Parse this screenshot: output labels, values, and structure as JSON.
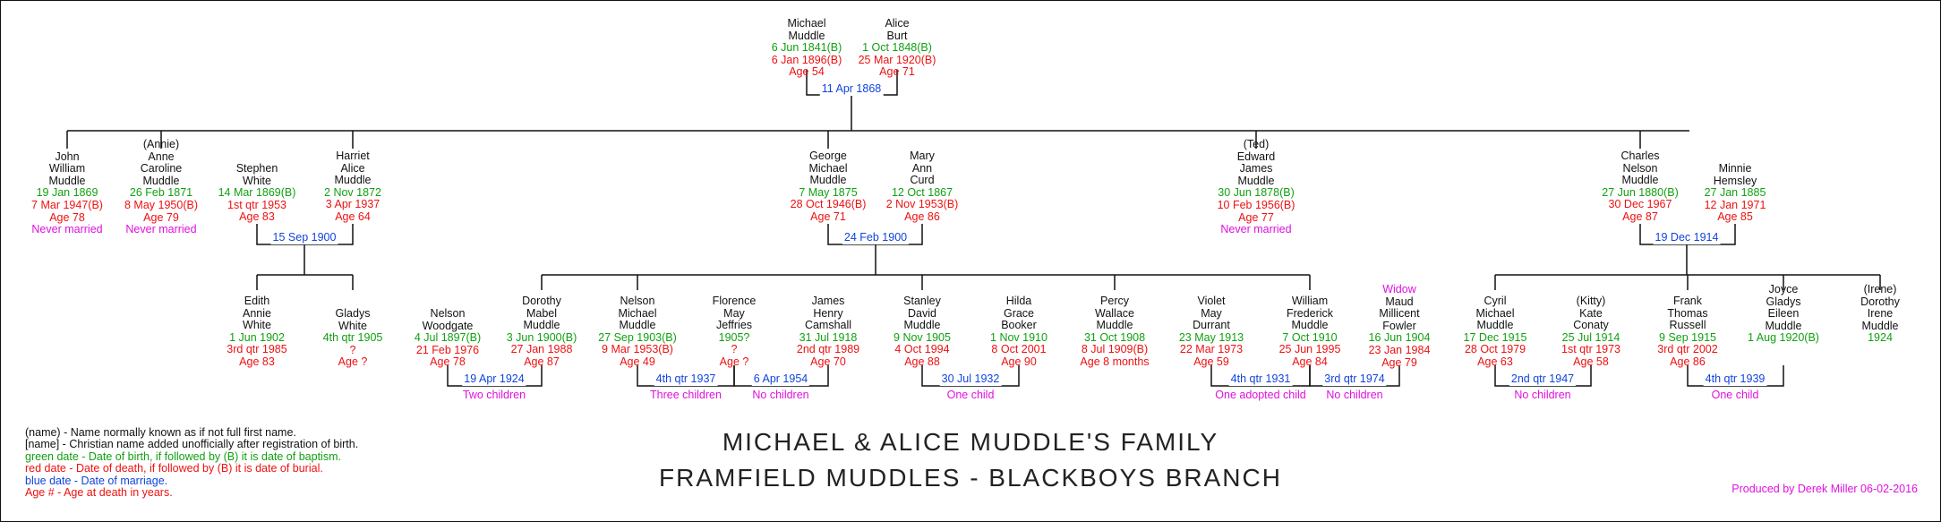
{
  "people": [
    {
      "id": "michael",
      "lines": [
        {
          "t": "Michael",
          "c": "n"
        },
        {
          "t": "Muddle",
          "c": "n"
        },
        {
          "t": "6  Jun  1841(B)",
          "c": "g"
        },
        {
          "t": "6  Jan  1896(B)",
          "c": "r"
        },
        {
          "t": "Age  54",
          "c": "r"
        }
      ]
    },
    {
      "id": "alice",
      "lines": [
        {
          "t": "Alice",
          "c": "n"
        },
        {
          "t": "Burt",
          "c": "n"
        },
        {
          "t": "1  Oct  1848(B)",
          "c": "g"
        },
        {
          "t": "25  Mar  1920(B)",
          "c": "r"
        },
        {
          "t": "Age  71",
          "c": "r"
        }
      ]
    },
    {
      "id": "john",
      "lines": [
        {
          "t": "",
          "c": "n"
        },
        {
          "t": "John",
          "c": "n"
        },
        {
          "t": "William",
          "c": "n"
        },
        {
          "t": "Muddle",
          "c": "n"
        },
        {
          "t": "19  Jan  1869",
          "c": "g"
        },
        {
          "t": "7  Mar  1947(B)",
          "c": "r"
        },
        {
          "t": "Age  78",
          "c": "r"
        },
        {
          "t": "Never  married",
          "c": "m"
        }
      ]
    },
    {
      "id": "anne",
      "lines": [
        {
          "t": "(Annie)",
          "c": "n"
        },
        {
          "t": "Anne",
          "c": "n"
        },
        {
          "t": "Caroline",
          "c": "n"
        },
        {
          "t": "Muddle",
          "c": "n"
        },
        {
          "t": "26  Feb  1871",
          "c": "g"
        },
        {
          "t": "8  May  1950(B)",
          "c": "r"
        },
        {
          "t": "Age  79",
          "c": "r"
        },
        {
          "t": "Never  married",
          "c": "m"
        }
      ]
    },
    {
      "id": "stephen",
      "lines": [
        {
          "t": "Stephen",
          "c": "n"
        },
        {
          "t": "White",
          "c": "n"
        },
        {
          "t": "14  Mar  1869(B)",
          "c": "g"
        },
        {
          "t": "1st  qtr  1953",
          "c": "r"
        },
        {
          "t": "Age  83",
          "c": "r"
        }
      ]
    },
    {
      "id": "harriet",
      "lines": [
        {
          "t": "Harriet",
          "c": "n"
        },
        {
          "t": "Alice",
          "c": "n"
        },
        {
          "t": "Muddle",
          "c": "n"
        },
        {
          "t": "2  Nov  1872",
          "c": "g"
        },
        {
          "t": "3  Apr  1937",
          "c": "r"
        },
        {
          "t": "Age  64",
          "c": "r"
        }
      ]
    },
    {
      "id": "george",
      "lines": [
        {
          "t": "George",
          "c": "n"
        },
        {
          "t": "Michael",
          "c": "n"
        },
        {
          "t": "Muddle",
          "c": "n"
        },
        {
          "t": "7  May  1875",
          "c": "g"
        },
        {
          "t": "28  Oct  1946(B)",
          "c": "r"
        },
        {
          "t": "Age  71",
          "c": "r"
        }
      ]
    },
    {
      "id": "mary",
      "lines": [
        {
          "t": "Mary",
          "c": "n"
        },
        {
          "t": "Ann",
          "c": "n"
        },
        {
          "t": "Curd",
          "c": "n"
        },
        {
          "t": "12  Oct  1867",
          "c": "g"
        },
        {
          "t": "2  Nov  1953(B)",
          "c": "r"
        },
        {
          "t": "Age  86",
          "c": "r"
        }
      ]
    },
    {
      "id": "edward",
      "lines": [
        {
          "t": "(Ted)",
          "c": "n"
        },
        {
          "t": "Edward",
          "c": "n"
        },
        {
          "t": "James",
          "c": "n"
        },
        {
          "t": "Muddle",
          "c": "n"
        },
        {
          "t": "30  Jun  1878(B)",
          "c": "g"
        },
        {
          "t": "10  Feb  1956(B)",
          "c": "r"
        },
        {
          "t": "Age  77",
          "c": "r"
        },
        {
          "t": "Never  married",
          "c": "m"
        }
      ]
    },
    {
      "id": "charles",
      "lines": [
        {
          "t": "Charles",
          "c": "n"
        },
        {
          "t": "Nelson",
          "c": "n"
        },
        {
          "t": "Muddle",
          "c": "n"
        },
        {
          "t": "27  Jun  1880(B)",
          "c": "g"
        },
        {
          "t": "30  Dec  1967",
          "c": "r"
        },
        {
          "t": "Age  87",
          "c": "r"
        }
      ]
    },
    {
      "id": "minnie",
      "lines": [
        {
          "t": "Minnie",
          "c": "n"
        },
        {
          "t": "Hemsley",
          "c": "n"
        },
        {
          "t": "27  Jan  1885",
          "c": "g"
        },
        {
          "t": "12  Jan  1971",
          "c": "r"
        },
        {
          "t": "Age  85",
          "c": "r"
        }
      ]
    },
    {
      "id": "edith",
      "lines": [
        {
          "t": "Edith",
          "c": "n"
        },
        {
          "t": "Annie",
          "c": "n"
        },
        {
          "t": "White",
          "c": "n"
        },
        {
          "t": "1  Jun  1902",
          "c": "g"
        },
        {
          "t": "3rd  qtr  1985",
          "c": "r"
        },
        {
          "t": "Age  83",
          "c": "r"
        }
      ]
    },
    {
      "id": "gladys",
      "lines": [
        {
          "t": "Gladys",
          "c": "n"
        },
        {
          "t": "White",
          "c": "n"
        },
        {
          "t": "4th  qtr  1905",
          "c": "g"
        },
        {
          "t": "?",
          "c": "r"
        },
        {
          "t": "Age  ?",
          "c": "r"
        }
      ]
    },
    {
      "id": "nelsonw",
      "lines": [
        {
          "t": "Nelson",
          "c": "n"
        },
        {
          "t": "Woodgate",
          "c": "n"
        },
        {
          "t": "4  Jul  1897(B)",
          "c": "g"
        },
        {
          "t": "21  Feb  1976",
          "c": "r"
        },
        {
          "t": "Age  78",
          "c": "r"
        }
      ]
    },
    {
      "id": "dorothy",
      "lines": [
        {
          "t": "Dorothy",
          "c": "n"
        },
        {
          "t": "Mabel",
          "c": "n"
        },
        {
          "t": "Muddle",
          "c": "n"
        },
        {
          "t": "3  Jun  1900(B)",
          "c": "g"
        },
        {
          "t": "27  Jan  1988",
          "c": "r"
        },
        {
          "t": "Age  87",
          "c": "r"
        }
      ]
    },
    {
      "id": "nelsonm",
      "lines": [
        {
          "t": "Nelson",
          "c": "n"
        },
        {
          "t": "Michael",
          "c": "n"
        },
        {
          "t": "Muddle",
          "c": "n"
        },
        {
          "t": "27  Sep  1903(B)",
          "c": "g"
        },
        {
          "t": "9  Mar  1953(B)",
          "c": "r"
        },
        {
          "t": "Age  49",
          "c": "r"
        }
      ]
    },
    {
      "id": "florence",
      "lines": [
        {
          "t": "Florence",
          "c": "n"
        },
        {
          "t": "May",
          "c": "n"
        },
        {
          "t": "Jeffries",
          "c": "n"
        },
        {
          "t": "1905?",
          "c": "g"
        },
        {
          "t": "?",
          "c": "r"
        },
        {
          "t": "Age  ?",
          "c": "r"
        }
      ]
    },
    {
      "id": "james",
      "lines": [
        {
          "t": "James",
          "c": "n"
        },
        {
          "t": "Henry",
          "c": "n"
        },
        {
          "t": "Camshall",
          "c": "n"
        },
        {
          "t": "31  Jul  1918",
          "c": "g"
        },
        {
          "t": "2nd  qtr  1989",
          "c": "r"
        },
        {
          "t": "Age  70",
          "c": "r"
        }
      ]
    },
    {
      "id": "stanley",
      "lines": [
        {
          "t": "Stanley",
          "c": "n"
        },
        {
          "t": "David",
          "c": "n"
        },
        {
          "t": "Muddle",
          "c": "n"
        },
        {
          "t": "9  Nov  1905",
          "c": "g"
        },
        {
          "t": "4  Oct  1994",
          "c": "r"
        },
        {
          "t": "Age  88",
          "c": "r"
        }
      ]
    },
    {
      "id": "hilda",
      "lines": [
        {
          "t": "Hilda",
          "c": "n"
        },
        {
          "t": "Grace",
          "c": "n"
        },
        {
          "t": "Booker",
          "c": "n"
        },
        {
          "t": "1  Nov  1910",
          "c": "g"
        },
        {
          "t": "8  Oct  2001",
          "c": "r"
        },
        {
          "t": "Age  90",
          "c": "r"
        }
      ]
    },
    {
      "id": "percy",
      "lines": [
        {
          "t": "Percy",
          "c": "n"
        },
        {
          "t": "Wallace",
          "c": "n"
        },
        {
          "t": "Muddle",
          "c": "n"
        },
        {
          "t": "31  Oct  1908",
          "c": "g"
        },
        {
          "t": "8  Jul  1909(B)",
          "c": "r"
        },
        {
          "t": "Age  8  months",
          "c": "r"
        }
      ]
    },
    {
      "id": "violet",
      "lines": [
        {
          "t": "Violet",
          "c": "n"
        },
        {
          "t": "May",
          "c": "n"
        },
        {
          "t": "Durrant",
          "c": "n"
        },
        {
          "t": "23  May  1913",
          "c": "g"
        },
        {
          "t": "22  Mar  1973",
          "c": "r"
        },
        {
          "t": "Age  59",
          "c": "r"
        }
      ]
    },
    {
      "id": "william",
      "lines": [
        {
          "t": "William",
          "c": "n"
        },
        {
          "t": "Frederick",
          "c": "n"
        },
        {
          "t": "Muddle",
          "c": "n"
        },
        {
          "t": "7  Oct  1910",
          "c": "g"
        },
        {
          "t": "25  Jun  1995",
          "c": "r"
        },
        {
          "t": "Age  84",
          "c": "r"
        }
      ]
    },
    {
      "id": "maud",
      "lines": [
        {
          "t": "Widow",
          "c": "m"
        },
        {
          "t": "Maud",
          "c": "n"
        },
        {
          "t": "Millicent",
          "c": "n"
        },
        {
          "t": "Fowler",
          "c": "n"
        },
        {
          "t": "16  Jun  1904",
          "c": "g"
        },
        {
          "t": "23  Jan  1984",
          "c": "r"
        },
        {
          "t": "Age  79",
          "c": "r"
        }
      ]
    },
    {
      "id": "cyril",
      "lines": [
        {
          "t": "Cyril",
          "c": "n"
        },
        {
          "t": "Michael",
          "c": "n"
        },
        {
          "t": "Muddle",
          "c": "n"
        },
        {
          "t": "17  Dec  1915",
          "c": "g"
        },
        {
          "t": "28  Oct  1979",
          "c": "r"
        },
        {
          "t": "Age  63",
          "c": "r"
        }
      ]
    },
    {
      "id": "kate",
      "lines": [
        {
          "t": "(Kitty)",
          "c": "n"
        },
        {
          "t": "Kate",
          "c": "n"
        },
        {
          "t": "Conaty",
          "c": "n"
        },
        {
          "t": "25  Jul  1914",
          "c": "g"
        },
        {
          "t": "1st  qtr  1973",
          "c": "r"
        },
        {
          "t": "Age  58",
          "c": "r"
        }
      ]
    },
    {
      "id": "frank",
      "lines": [
        {
          "t": "Frank",
          "c": "n"
        },
        {
          "t": "Thomas",
          "c": "n"
        },
        {
          "t": "Russell",
          "c": "n"
        },
        {
          "t": "9  Sep  1915",
          "c": "g"
        },
        {
          "t": "3rd  qtr  2002",
          "c": "r"
        },
        {
          "t": "Age  86",
          "c": "r"
        }
      ]
    },
    {
      "id": "joyce",
      "lines": [
        {
          "t": "Joyce",
          "c": "n"
        },
        {
          "t": "Gladys",
          "c": "n"
        },
        {
          "t": "Eileen",
          "c": "n"
        },
        {
          "t": "Muddle",
          "c": "n"
        },
        {
          "t": "1  Aug  1920(B)",
          "c": "g"
        }
      ]
    },
    {
      "id": "irene",
      "lines": [
        {
          "t": "(Irene)",
          "c": "n"
        },
        {
          "t": "Dorothy",
          "c": "n"
        },
        {
          "t": "Irene",
          "c": "n"
        },
        {
          "t": "Muddle",
          "c": "n"
        },
        {
          "t": "1924",
          "c": "g"
        }
      ]
    }
  ],
  "marriages": [
    {
      "id": "m-michael-alice",
      "label": "11  Apr  1868"
    },
    {
      "id": "m-stephen-harriet",
      "label": "15  Sep  1900"
    },
    {
      "id": "m-george-mary",
      "label": "24  Feb  1900"
    },
    {
      "id": "m-charles-minnie",
      "label": "19  Dec  1914"
    },
    {
      "id": "m-nelson-dorothy",
      "label": "19  Apr  1924"
    },
    {
      "id": "m-nelson-florence",
      "label": "4th  qtr  1937"
    },
    {
      "id": "m-nelson-james",
      "label": "6  Apr  1954"
    },
    {
      "id": "m-stanley-hilda",
      "label": "30  Jul  1932"
    },
    {
      "id": "m-violet-william",
      "label": "4th  qtr  1931"
    },
    {
      "id": "m-william-maud",
      "label": "3rd  qtr  1974"
    },
    {
      "id": "m-cyril-kate",
      "label": "2nd  qtr  1947"
    },
    {
      "id": "m-frank-joyce",
      "label": "4th  qtr  1939"
    }
  ],
  "notes": [
    {
      "id": "two-children",
      "text": "Two  children"
    },
    {
      "id": "three-children",
      "text": "Three  children"
    },
    {
      "id": "no-children-1",
      "text": "No  children"
    },
    {
      "id": "one-child-1",
      "text": "One  child"
    },
    {
      "id": "one-adopted-child",
      "text": "One  adopted  child"
    },
    {
      "id": "no-children-2",
      "text": "No  children"
    },
    {
      "id": "no-children-3",
      "text": "No  children"
    },
    {
      "id": "one-child-2",
      "text": "One  child"
    }
  ],
  "legend": [
    {
      "t": "(name)  -  Name  normally  known  as  if  not  full  first  name.",
      "c": "n"
    },
    {
      "t": "[name]  -  Christian  name  added  unofficially  after  registration  of  birth.",
      "c": "n"
    },
    {
      "t": "green  date  -  Date  of  birth,  if  followed  by  (B)  it  is  date  of  baptism.",
      "c": "g"
    },
    {
      "t": "red  date  -  Date  of  death,  if  followed  by  (B)  it  is  date  of  burial.",
      "c": "r"
    },
    {
      "t": "blue  date  -  Date  of  marriage.",
      "c": "b"
    },
    {
      "t": "Age  #  -  Age  at  death  in  years.",
      "c": "r"
    }
  ],
  "title": {
    "line1": "MICHAEL  &  ALICE  MUDDLE'S  FAMILY",
    "line2": "FRAMFIELD  MUDDLES  -  BLACKBOYS  BRANCH"
  },
  "credit": "Produced  by  Derek  Miller  06-02-2016"
}
